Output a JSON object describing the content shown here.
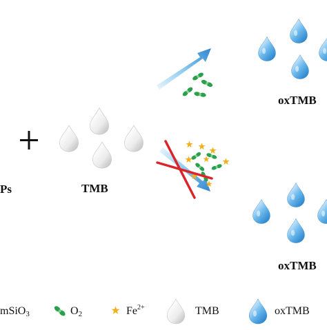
{
  "labels": {
    "left_cut": "Ps",
    "plus": "+",
    "tmb": "TMB",
    "product_top": "oxTMB",
    "product_bottom": "oxTMB"
  },
  "legend": {
    "msio3_main": "mSiO",
    "msio3_sub": "3",
    "o2_main": "O",
    "o2_sub": "2",
    "fe_main": "Fe",
    "fe_sup": "2+",
    "tmb": "TMB",
    "oxtmb": "oxTMB",
    "icons": [
      "o2-molecule-icon",
      "fe-star-icon",
      "tmb-drop-icon",
      "oxtmb-drop-icon"
    ]
  },
  "colors": {
    "tmb_drop": "#e6e6e6",
    "oxtmb_drop": "#3a98d8",
    "o2": "#2aa04c",
    "fe": "#f2b01e",
    "arrow": "#2f86cf",
    "cross": "#d9252a"
  }
}
